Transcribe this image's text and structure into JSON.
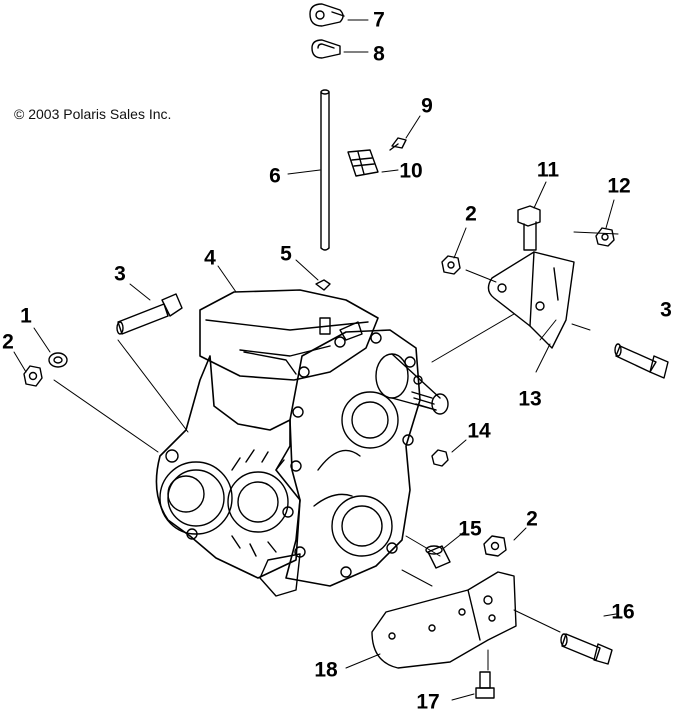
{
  "copyright": "© 2003 Polaris Sales Inc.",
  "callouts": [
    {
      "id": "c1",
      "label": "1"
    },
    {
      "id": "c2a",
      "label": "2"
    },
    {
      "id": "c2b",
      "label": "2"
    },
    {
      "id": "c2c",
      "label": "2"
    },
    {
      "id": "c3a",
      "label": "3"
    },
    {
      "id": "c3b",
      "label": "3"
    },
    {
      "id": "c4",
      "label": "4"
    },
    {
      "id": "c5",
      "label": "5"
    },
    {
      "id": "c6",
      "label": "6"
    },
    {
      "id": "c7",
      "label": "7"
    },
    {
      "id": "c8",
      "label": "8"
    },
    {
      "id": "c9",
      "label": "9"
    },
    {
      "id": "c10",
      "label": "10"
    },
    {
      "id": "c11",
      "label": "11"
    },
    {
      "id": "c12",
      "label": "12"
    },
    {
      "id": "c13",
      "label": "13"
    },
    {
      "id": "c14",
      "label": "14"
    },
    {
      "id": "c15",
      "label": "15"
    },
    {
      "id": "c16",
      "label": "16"
    },
    {
      "id": "c17",
      "label": "17"
    },
    {
      "id": "c18",
      "label": "18"
    }
  ]
}
